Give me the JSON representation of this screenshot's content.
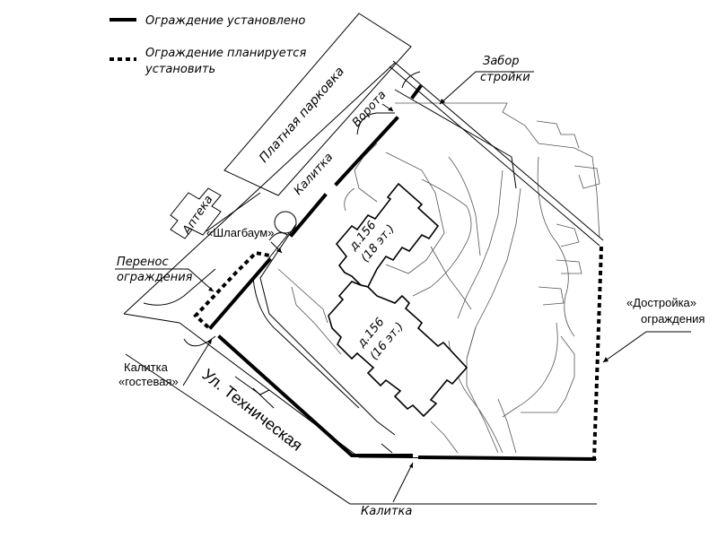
{
  "legend": {
    "installed": "Ограждение установлено",
    "planned_line1": "Ограждение планируется",
    "planned_line2": "установить"
  },
  "labels": {
    "paid_parking": "Платная парковка",
    "gate": "Ворота",
    "wicket_top": "Калитка",
    "pharmacy": "Аптека",
    "barrier": "«Шлагбаум»",
    "transfer_line1": "Перенос",
    "transfer_line2": "ограждения",
    "construction_fence_line1": "Забор",
    "construction_fence_line2": "стройки",
    "completion_line1": "«Достройка»",
    "completion_line2": "ограждения",
    "guest_wicket_line1": "Калитка",
    "guest_wicket_line2": "«гостевая»",
    "wicket_bottom": "Калитка",
    "street": "Ул. Техническая"
  },
  "buildings": {
    "b18_line1": "д.156",
    "b18_line2": "(18 эт.)",
    "b16_line1": "д.156",
    "b16_line2": "(16 эт.)"
  },
  "colors": {
    "ink": "#000000",
    "paper": "#ffffff",
    "grey": "#555555"
  }
}
